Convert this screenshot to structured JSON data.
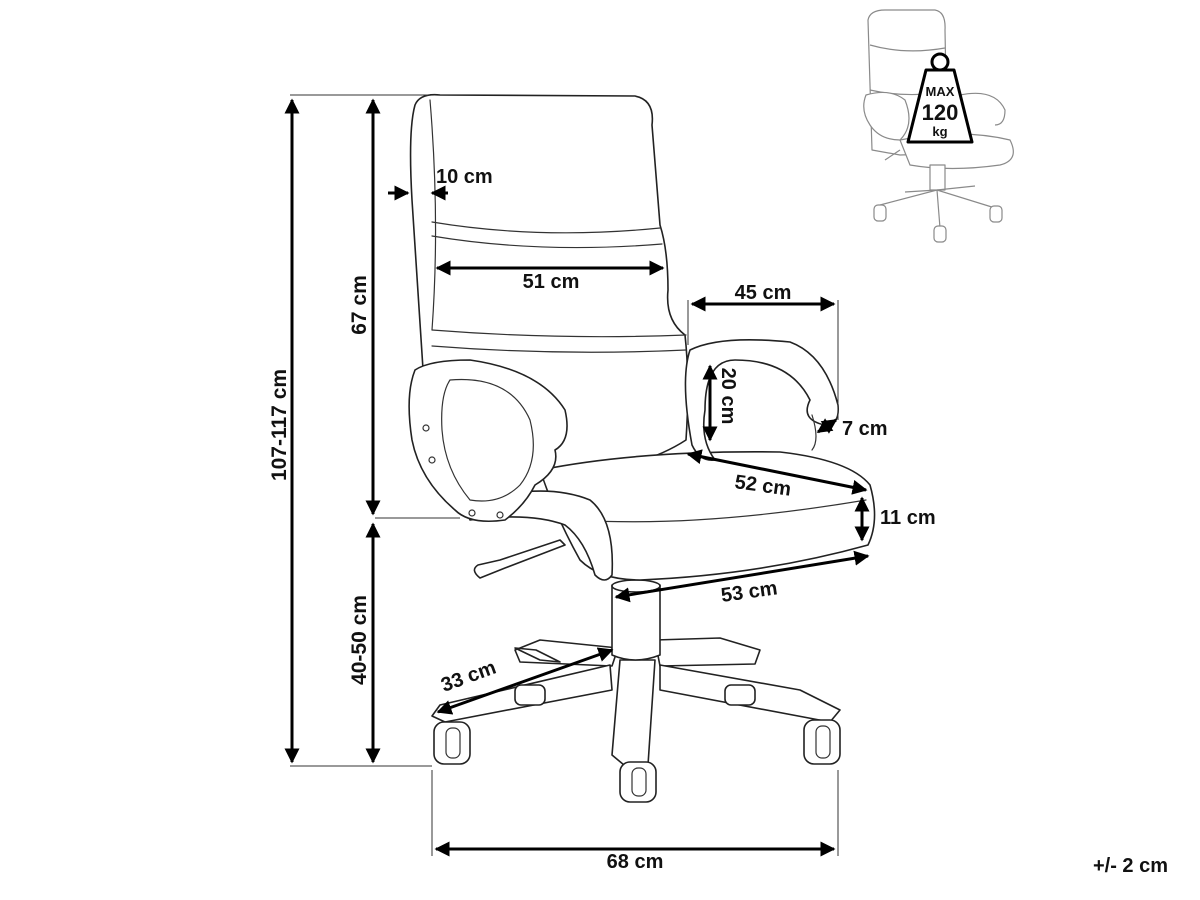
{
  "dimensions": {
    "total_height": "107-117 cm",
    "backrest_height": "67 cm",
    "seat_height": "40-50 cm",
    "backrest_thickness": "10 cm",
    "backrest_width": "51 cm",
    "armrest_length": "45 cm",
    "armrest_height": "20 cm",
    "armrest_width": "7 cm",
    "seat_depth": "52 cm",
    "seat_thickness": "11 cm",
    "seat_width": "53 cm",
    "base_leg": "33 cm",
    "base_width": "68 cm"
  },
  "max_load": {
    "line1": "MAX",
    "line2": "120",
    "line3": "kg"
  },
  "tolerance": "+/- 2 cm"
}
